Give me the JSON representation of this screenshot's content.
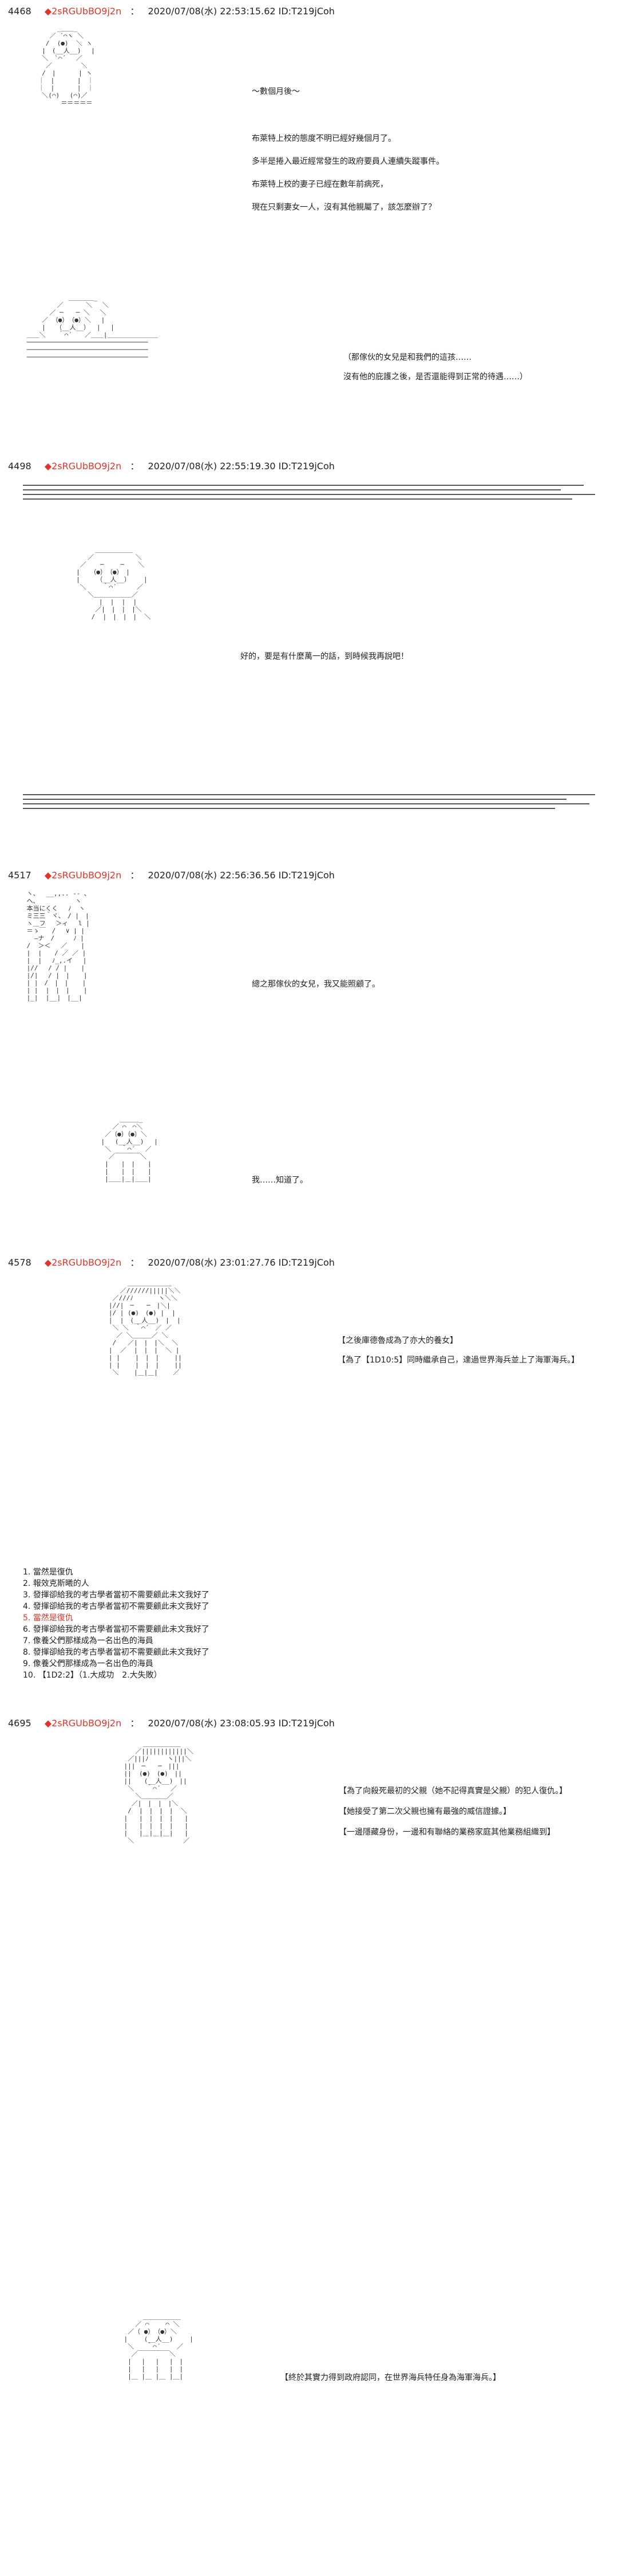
{
  "posts": [
    {
      "number": "4468",
      "name": "◆2sRGUbBO9j2n",
      "date": "2020/07/08(水) 22:53:15.62 ID:T219jCoh",
      "lines": [
        "～數個月後～",
        "布萊特上校的態度不明已經好幾個月了。",
        "多半是捲入最近經常發生的政府要員人連續失蹤事件。",
        "布萊特上校的妻子已經在數年前病死，",
        "現在只剩妻女一人，沒有其他親屬了，該怎麼辦了？"
      ],
      "lines2": [
        "（那傢伙的女兒是和我們的這孩……",
        "沒有他的庇護之後，是否還能得到正常的待遇……）"
      ]
    },
    {
      "number": "4498",
      "name": "◆2sRGUbBO9j2n",
      "date": "2020/07/08(水) 22:55:19.30 ID:T219jCoh",
      "lines": [
        "好的，要是有什麼萬一的話，到時候我再說吧！"
      ]
    },
    {
      "number": "4517",
      "name": "◆2sRGUbBO9j2n",
      "date": "2020/07/08(水) 22:56:36.56 ID:T219jCoh",
      "lines": [
        "總之那傢伙的女兒，我又能照顧了。"
      ],
      "lines2": [
        "我……知道了。"
      ]
    },
    {
      "number": "4578",
      "name": "◆2sRGUbBO9j2n",
      "date": "2020/07/08(水) 23:01:27.76 ID:T219jCoh",
      "lines": [
        "【之後庫德魯成為了亦大的養女】",
        "【為了【1D10:5】同時繼承自己，達過世界海兵並上了海軍海兵。】"
      ],
      "choices": [
        "1. 當然是復仇",
        "2. 報效克斯曦的人",
        "3. 發揮卻給我的考古學者當初不需要顧此未文我好了",
        "4. 發揮卻給我的考古學者當初不需要顧此未文我好了",
        "5. 當然是復仇",
        "6. 發揮卻給我的考古學者當初不需要顧此未文我好了",
        "7. 像養父們那樣成為一名出色的海員",
        "8. 發揮卻給我的考古學者當初不需要顧此未文我好了",
        "9. 像養父們那樣成為一名出色的海員",
        "10. 【1D2:2】（1.大成功　2.大失敗）"
      ]
    },
    {
      "number": "4695",
      "name": "◆2sRGUbBO9j2n",
      "date": "2020/07/08(水) 23:08:05.93 ID:T219jCoh",
      "lines": [
        "【為了向殺死最初的父親（她不記得真實是父親）的犯人復仇。】",
        "【她接受了第二次父親也擁有最強的威信證據。】",
        "【一邊隱藏身份，一邊和有聯絡的業務家庭其他業務組織到】"
      ],
      "lines2": [
        "【終於其實力得到政府認同，在世界海兵特任身為海軍海兵。】"
      ]
    }
  ],
  "marker_choice": "5. 當然是復仇"
}
